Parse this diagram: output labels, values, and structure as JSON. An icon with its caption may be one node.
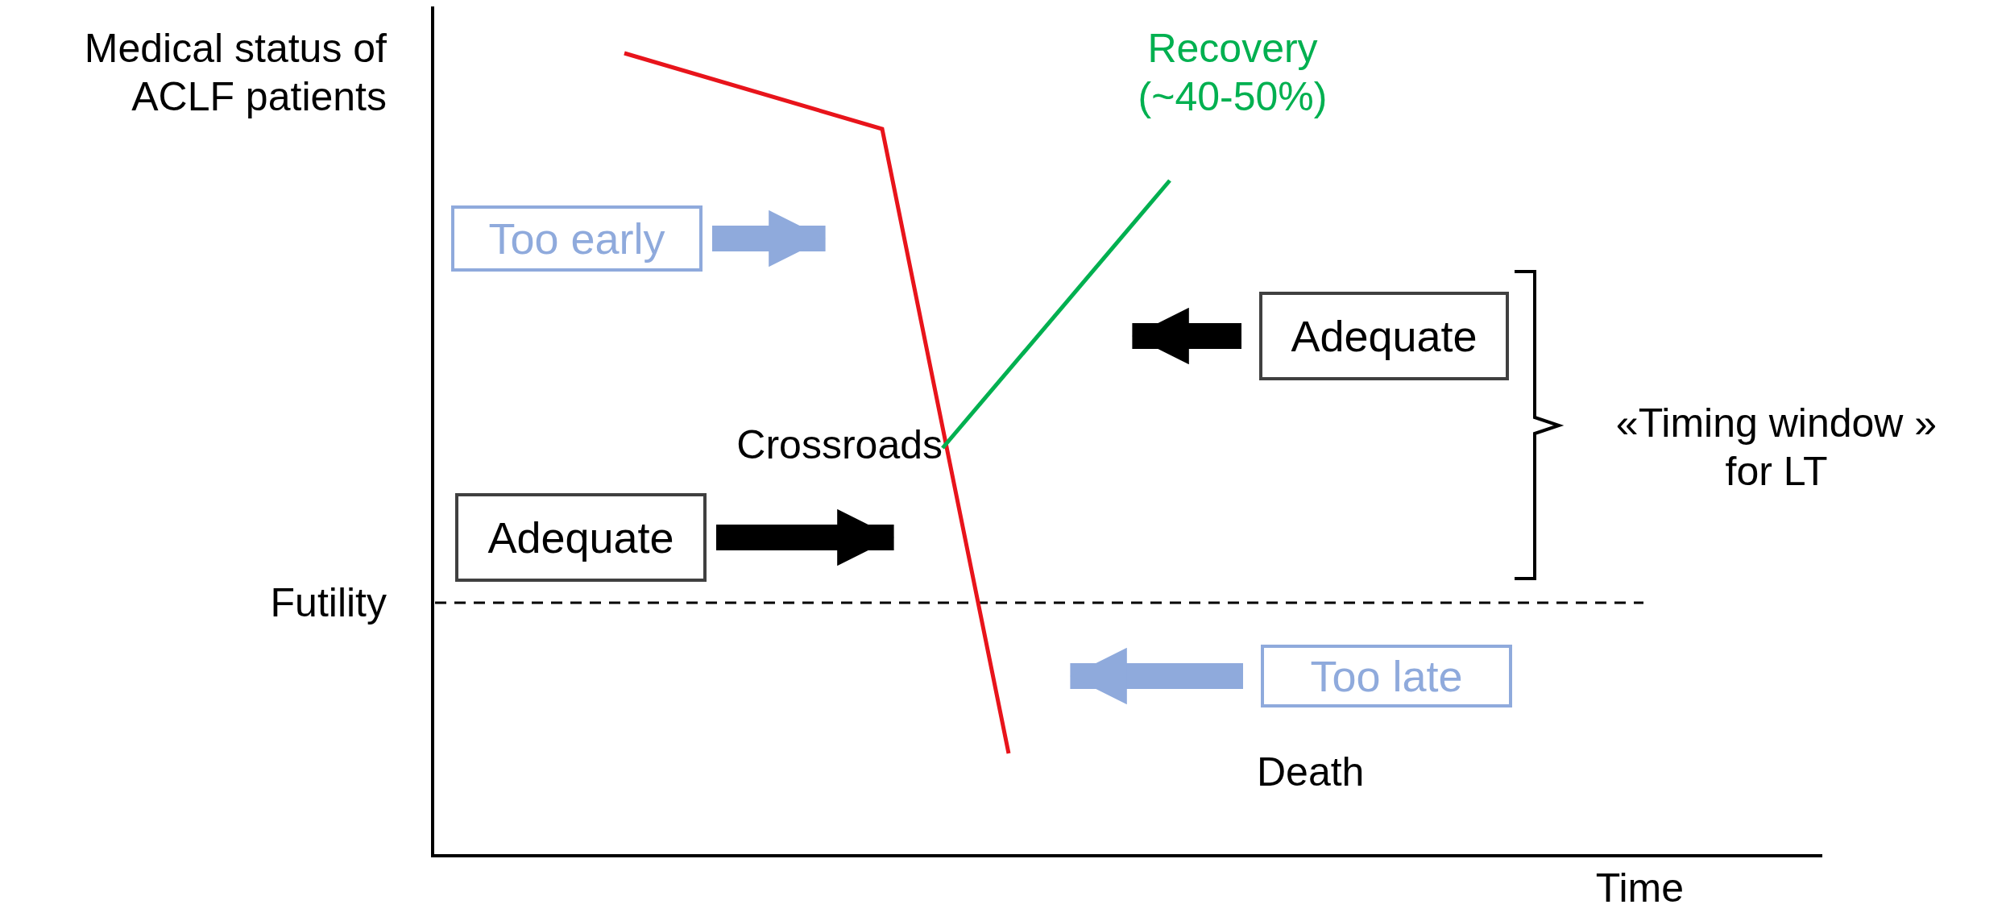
{
  "diagram": {
    "nodes": [
      {
        "text": [
          "Too early"
        ]
      },
      {
        "text": [
          "Adequate"
        ]
      },
      {
        "text": [
          "Adequate"
        ]
      },
      {
        "text": [
          "Too late"
        ]
      }
    ],
    "edges": [
      {
        "from": 0,
        "to": null,
        "arrow": "to",
        "color": "#8faadc"
      },
      {
        "from": 1,
        "to": null,
        "arrow": "to",
        "color": "#000000"
      },
      {
        "from": 2,
        "to": null,
        "arrow": "to",
        "color": "#000000"
      },
      {
        "from": 3,
        "to": null,
        "arrow": "to",
        "color": "#8faadc"
      }
    ],
    "labels": [
      "Medical status of ACLF patients",
      "Recovery (~40-50%)",
      "Crossroads",
      "«Timing window » for LT",
      "Futility",
      "Death",
      "Time"
    ]
  }
}
